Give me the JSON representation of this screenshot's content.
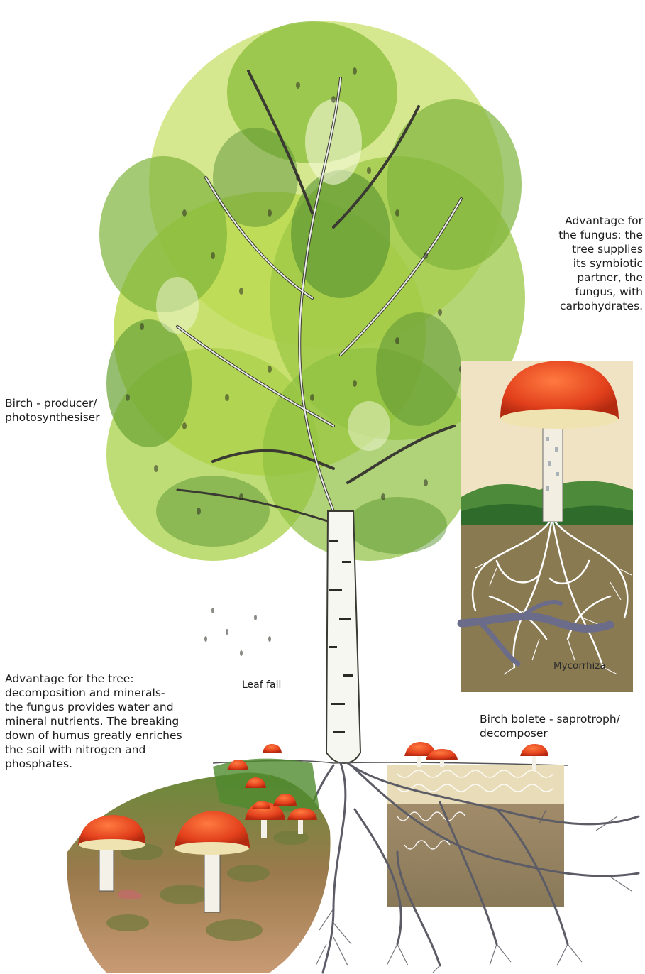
{
  "labels": {
    "fungus_advantage": "Advantage for\nthe fungus: the\ntree supplies\nits symbiotic\npartner, the\nfungus, with\ncarbohydrates.",
    "birch": "Birch - producer/\nphotosynthesiser",
    "tree_advantage": "Advantage for the tree:\ndecomposition and minerals-\nthe fungus provides water and\nmineral nutrients. The breaking\ndown of humus greatly enriches\nthe soil with nitrogen and\nphosphates.",
    "bolete": "Birch bolete - saprotroph/\ndecomposer",
    "leaf_fall": "Leaf fall",
    "mycorrhiza": "Mycorrhiza"
  },
  "colors": {
    "foliage_light": "#b9d84a",
    "foliage_mid": "#7fb43a",
    "foliage_dark": "#3e7d2a",
    "trunk": "#f7f7f2",
    "cap": "#e2401c",
    "inset_bg": "#efe3c4",
    "soil": "#8a7a52",
    "root": "#5c5c66",
    "hyphae": "#ffffff"
  }
}
